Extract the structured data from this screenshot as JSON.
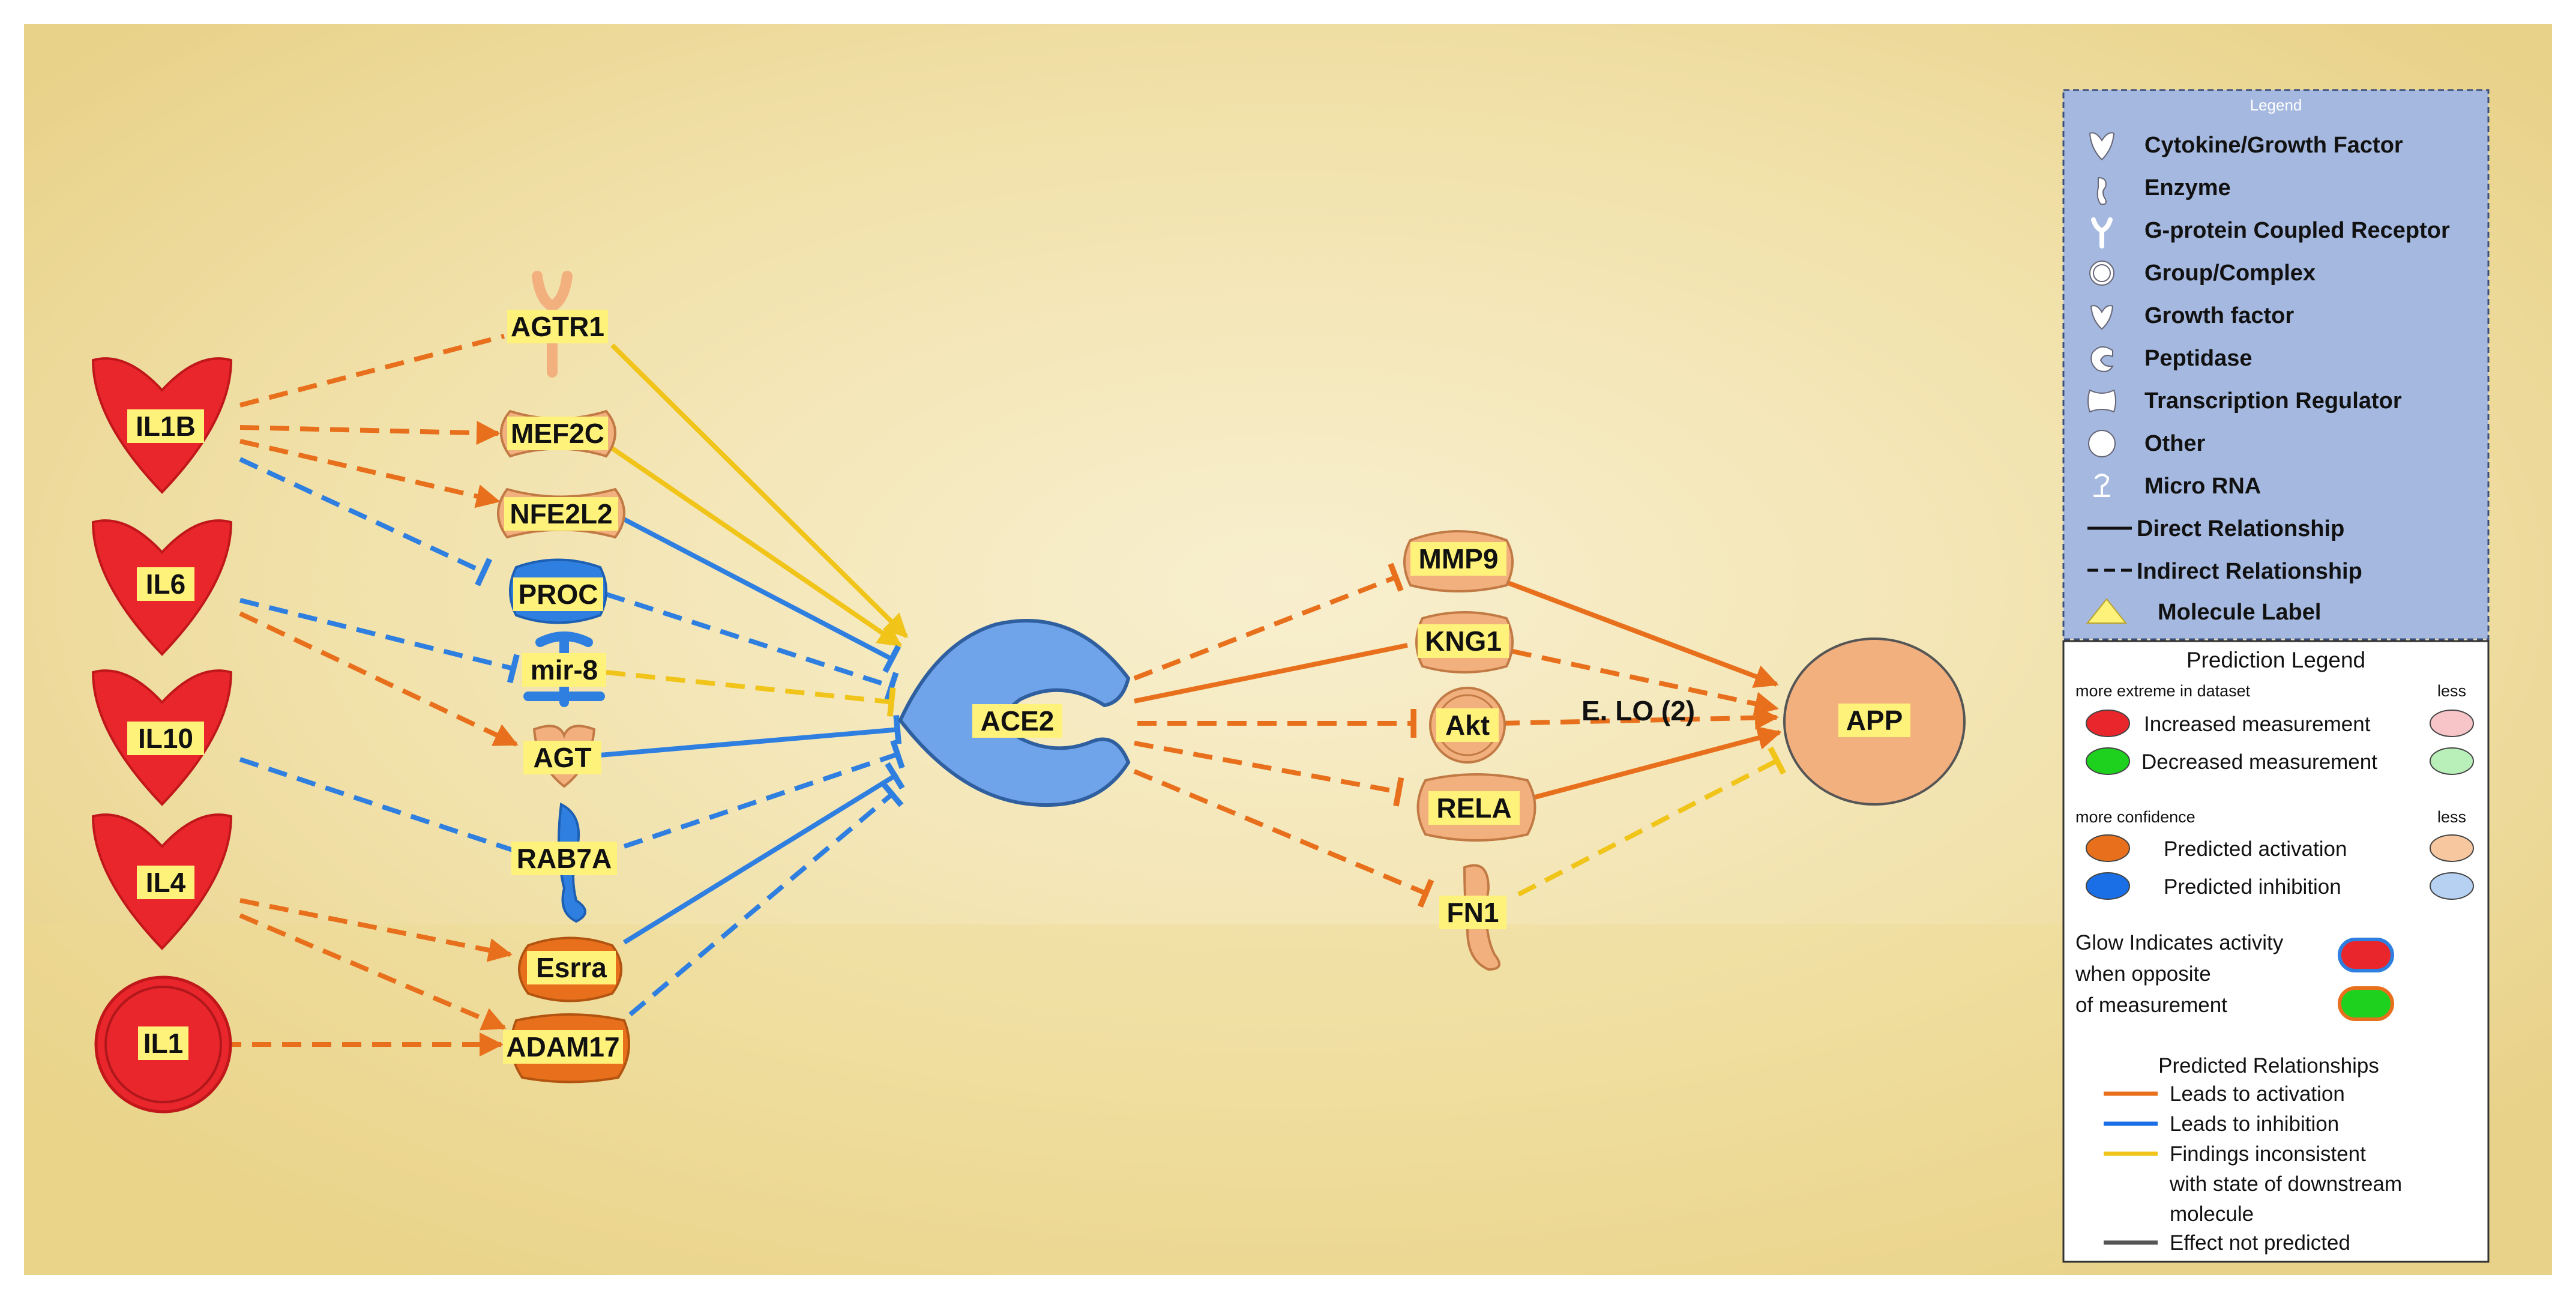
{
  "nodes": {
    "il1b": "IL1B",
    "il6": "IL6",
    "il10": "IL10",
    "il4": "IL4",
    "il1": "IL1",
    "agtr1": "AGTR1",
    "mef2c": "MEF2C",
    "nfe2l2": "NFE2L2",
    "proc": "PROC",
    "mir8": "mir-8",
    "agt": "AGT",
    "rab7a": "RAB7A",
    "esrra": "Esrra",
    "adam17": "ADAM17",
    "ace2": "ACE2",
    "mmp9": "MMP9",
    "kng1": "KNG1",
    "akt": "Akt",
    "rela": "RELA",
    "fn1": "FN1",
    "app": "APP"
  },
  "edge_label": "E. LO (2)",
  "legend": {
    "title": "Legend",
    "items": [
      {
        "label": "Cytokine/Growth Factor",
        "icon": "cytokine-icon"
      },
      {
        "label": "Enzyme",
        "icon": "enzyme-icon"
      },
      {
        "label": "G-protein Coupled Receptor",
        "icon": "gpcr-icon"
      },
      {
        "label": "Group/Complex",
        "icon": "group-complex-icon"
      },
      {
        "label": "Growth factor",
        "icon": "growth-factor-icon"
      },
      {
        "label": "Peptidase",
        "icon": "peptidase-icon"
      },
      {
        "label": "Transcription Regulator",
        "icon": "transcription-regulator-icon"
      },
      {
        "label": "Other",
        "icon": "other-icon"
      },
      {
        "label": "Micro RNA",
        "icon": "micro-rna-icon"
      },
      {
        "label": "Direct Relationship",
        "icon": "solid-line-icon"
      },
      {
        "label": "Indirect Relationship",
        "icon": "dashed-line-icon"
      },
      {
        "label": "Molecule Label",
        "icon": "molecule-label-icon"
      }
    ]
  },
  "prediction_legend": {
    "title": "Prediction Legend",
    "more_extreme": "more extreme in dataset",
    "less": "less",
    "increased": "Increased measurement",
    "decreased": "Decreased measurement",
    "more_confidence": "more confidence",
    "activation": "Predicted activation",
    "inhibition": "Predicted inhibition",
    "glow_line1": "Glow Indicates activity",
    "glow_line2": "when opposite",
    "glow_line3": "of measurement",
    "relationships_title": "Predicted Relationships",
    "rel_activation": "Leads to activation",
    "rel_inhibition": "Leads to inhibition",
    "rel_inconsistent_1": "Findings inconsistent",
    "rel_inconsistent_2": "with state of downstream",
    "rel_inconsistent_3": "molecule",
    "rel_not_predicted": "Effect not predicted"
  },
  "colors": {
    "measurement_red": "#e8262b",
    "activation_orange": "#e8701c",
    "activation_light": "#f2b07f",
    "inhibition_blue": "#2f7fe0",
    "inhibition_light": "#8fb8ea",
    "inconsistent_yellow": "#f0c419",
    "not_predicted_gray": "#555555",
    "label_yellow": "#fff27a",
    "legend_blue": "#a5b8df"
  }
}
